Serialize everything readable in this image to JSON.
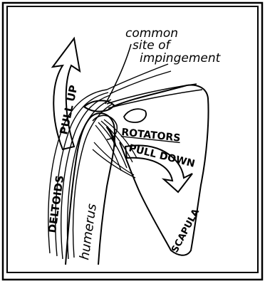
{
  "labels": {
    "common_site_line1": "common",
    "common_site_line2": "site of",
    "common_site_line3": "impingement",
    "pull_up": "PULL UP",
    "rotators": "ROTATORS",
    "pull_down": "PULL DOWN",
    "deltoids": "DELTOIDS",
    "humerus": "humerus",
    "scapula": "SCAPULA"
  },
  "colors": {
    "ink": "#000000",
    "paper": "#ffffff"
  }
}
